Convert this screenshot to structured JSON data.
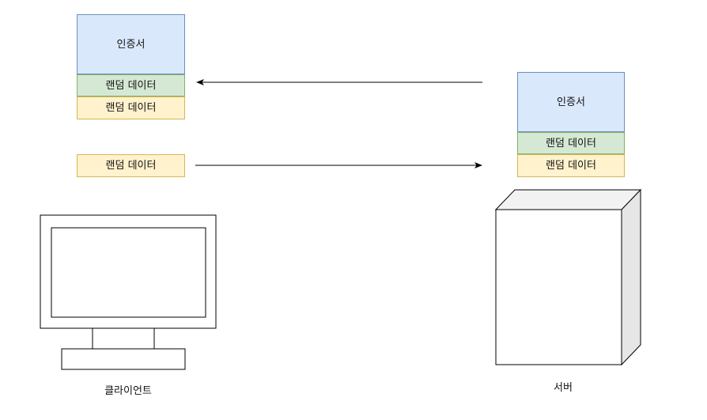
{
  "client": {
    "certificate_stack": {
      "certificate": "인증서",
      "random_green": "랜덤 데이터",
      "random_yellow": "랜덤 데이터"
    },
    "sent_random": "랜덤 데이터",
    "label": "클라이언트"
  },
  "server": {
    "certificate_stack": {
      "certificate": "인증서",
      "random_green": "랜덤 데이터",
      "random_yellow": "랜덤 데이터"
    },
    "label": "서버"
  },
  "colors": {
    "certificate_fill": "#dae8fc",
    "certificate_stroke": "#6c8ebf",
    "green_fill": "#d5e8d4",
    "green_stroke": "#82b366",
    "yellow_fill": "#fff2cc",
    "yellow_stroke": "#d6b656",
    "server_side": "#e6e6e6",
    "server_top": "#f2f2f2"
  },
  "icons": {
    "client": "computer-monitor-icon",
    "server": "server-tower-icon"
  }
}
